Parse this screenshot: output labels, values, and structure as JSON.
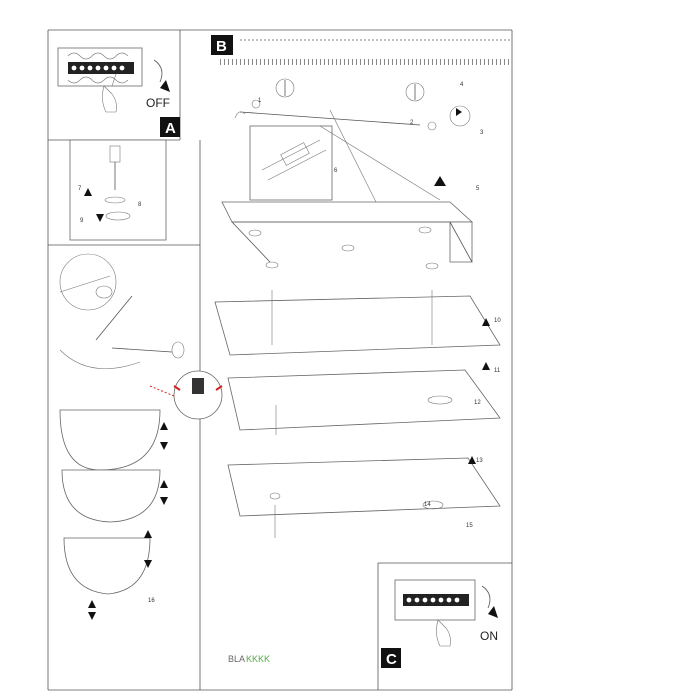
{
  "labels": {
    "off": "OFF",
    "on": "ON",
    "panel_a": "A",
    "panel_b": "B",
    "panel_c": "C",
    "brand_prefix": "BLA",
    "brand_suffix": "KKKK"
  },
  "steps": [
    "1",
    "2",
    "3",
    "4",
    "5",
    "6",
    "7",
    "8",
    "9",
    "10",
    "11",
    "12",
    "13",
    "14",
    "15",
    "16"
  ],
  "colors": {
    "brand_green": "#5aa64a",
    "letter_box": "#111111",
    "accent_red": "#d42020"
  }
}
